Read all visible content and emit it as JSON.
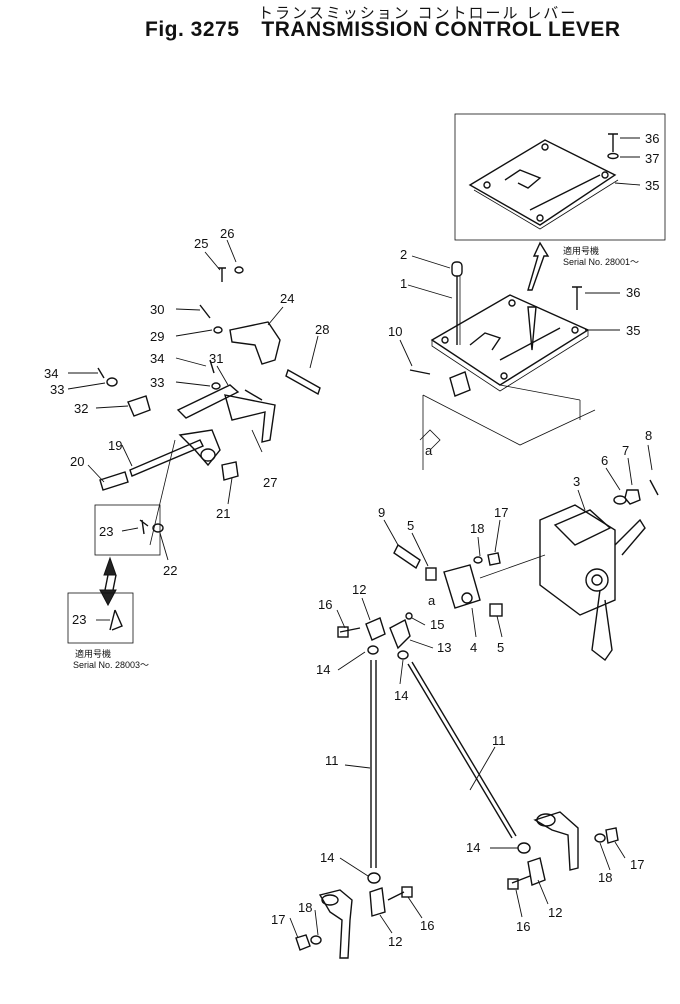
{
  "header": {
    "japanese_title": "トランスミッション コントロール レバー",
    "figure_code": "Fig. 3275",
    "title": "TRANSMISSION CONTROL LEVER"
  },
  "callouts": [
    {
      "id": "c36a",
      "text": "36"
    },
    {
      "id": "c37",
      "text": "37"
    },
    {
      "id": "c35a",
      "text": "35"
    },
    {
      "id": "c2",
      "text": "2"
    },
    {
      "id": "c1",
      "text": "1"
    },
    {
      "id": "c36b",
      "text": "36"
    },
    {
      "id": "c35b",
      "text": "35"
    },
    {
      "id": "c10",
      "text": "10"
    },
    {
      "id": "ca1",
      "text": "a"
    },
    {
      "id": "c3",
      "text": "3"
    },
    {
      "id": "c6",
      "text": "6"
    },
    {
      "id": "c7",
      "text": "7"
    },
    {
      "id": "c8",
      "text": "8"
    },
    {
      "id": "c9",
      "text": "9"
    },
    {
      "id": "c5a",
      "text": "5"
    },
    {
      "id": "c18a",
      "text": "18"
    },
    {
      "id": "c17a",
      "text": "17"
    },
    {
      "id": "c12a",
      "text": "12"
    },
    {
      "id": "ca2",
      "text": "a"
    },
    {
      "id": "c16a",
      "text": "16"
    },
    {
      "id": "c15",
      "text": "15"
    },
    {
      "id": "c13",
      "text": "13"
    },
    {
      "id": "c4",
      "text": "4"
    },
    {
      "id": "c5b",
      "text": "5"
    },
    {
      "id": "c14a",
      "text": "14"
    },
    {
      "id": "c14b",
      "text": "14"
    },
    {
      "id": "c11a",
      "text": "11"
    },
    {
      "id": "c11b",
      "text": "11"
    },
    {
      "id": "c14c",
      "text": "14"
    },
    {
      "id": "c14d",
      "text": "14"
    },
    {
      "id": "c17b",
      "text": "17"
    },
    {
      "id": "c18b",
      "text": "18"
    },
    {
      "id": "c12b",
      "text": "12"
    },
    {
      "id": "c16b",
      "text": "16"
    },
    {
      "id": "c16c",
      "text": "16"
    },
    {
      "id": "c12c",
      "text": "12"
    },
    {
      "id": "c17c",
      "text": "17"
    },
    {
      "id": "c18c",
      "text": "18"
    },
    {
      "id": "c26",
      "text": "26"
    },
    {
      "id": "c25",
      "text": "25"
    },
    {
      "id": "c24",
      "text": "24"
    },
    {
      "id": "c30",
      "text": "30"
    },
    {
      "id": "c29",
      "text": "29"
    },
    {
      "id": "c28",
      "text": "28"
    },
    {
      "id": "c34a",
      "text": "34"
    },
    {
      "id": "c31",
      "text": "31"
    },
    {
      "id": "c34b",
      "text": "34"
    },
    {
      "id": "c33a",
      "text": "33"
    },
    {
      "id": "c33b",
      "text": "33"
    },
    {
      "id": "c32",
      "text": "32"
    },
    {
      "id": "c19",
      "text": "19"
    },
    {
      "id": "c27",
      "text": "27"
    },
    {
      "id": "c20",
      "text": "20"
    },
    {
      "id": "c21",
      "text": "21"
    },
    {
      "id": "c23a",
      "text": "23"
    },
    {
      "id": "c22",
      "text": "22"
    },
    {
      "id": "c23b",
      "text": "23"
    }
  ],
  "serial_notes": {
    "top_jp": "適用号機",
    "top_en": "Serial No. 28001～",
    "left_jp": "適用号機",
    "left_en": "Serial No. 28003～"
  }
}
